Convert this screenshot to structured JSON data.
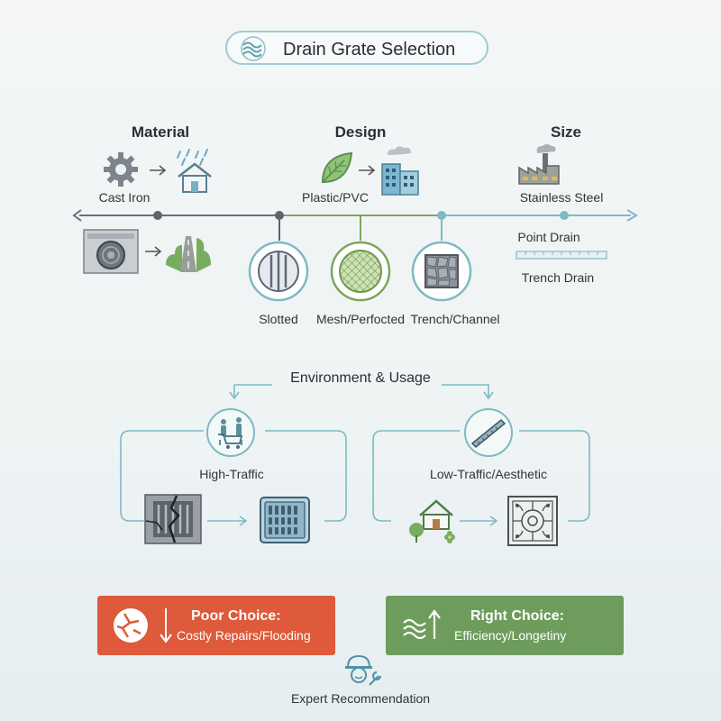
{
  "title": "Drain Grate Selection",
  "categories": {
    "material": "Material",
    "design": "Design",
    "size": "Size"
  },
  "top_labels": {
    "cast_iron": "Cast Iron",
    "plastic_pvc": "Plastic/PVC",
    "stainless_steel": "Stainless Steel",
    "point_drain": "Point Drain",
    "trench_drain": "Trench Drain"
  },
  "grate_types": [
    "Slotted",
    "Mesh/Perfocted",
    "Trench/Channel"
  ],
  "environment": {
    "heading": "Environment & Usage",
    "high_traffic": "High-Traffic",
    "low_traffic": "Low-Traffic/Aesthetic"
  },
  "poor_choice": {
    "title": "Poor Choice:",
    "subtitle": "Costly Repairs/Flooding",
    "color": "#de5a3a"
  },
  "right_choice": {
    "title": "Right Choice:",
    "subtitle": "Efficiency/Longetiny",
    "color": "#6e9c5c"
  },
  "footer": "Expert Recommendation",
  "colors": {
    "accent_teal": "#7fb9c4",
    "accent_green": "#7da65e",
    "line_gray": "#6b7076"
  },
  "icons": [
    "waves-icon",
    "gear-icon",
    "rain-house-icon",
    "leaf-icon",
    "factory-icon",
    "manhole-icon",
    "road-icon",
    "slotted-grate-icon",
    "mesh-grate-icon",
    "stone-grate-icon",
    "shopping-people-icon",
    "channel-icon",
    "cracked-grate-icon",
    "square-grate-icon",
    "house-icon",
    "ornate-grate-icon",
    "cracked-earth-icon",
    "waves-up-icon",
    "worker-icon"
  ]
}
